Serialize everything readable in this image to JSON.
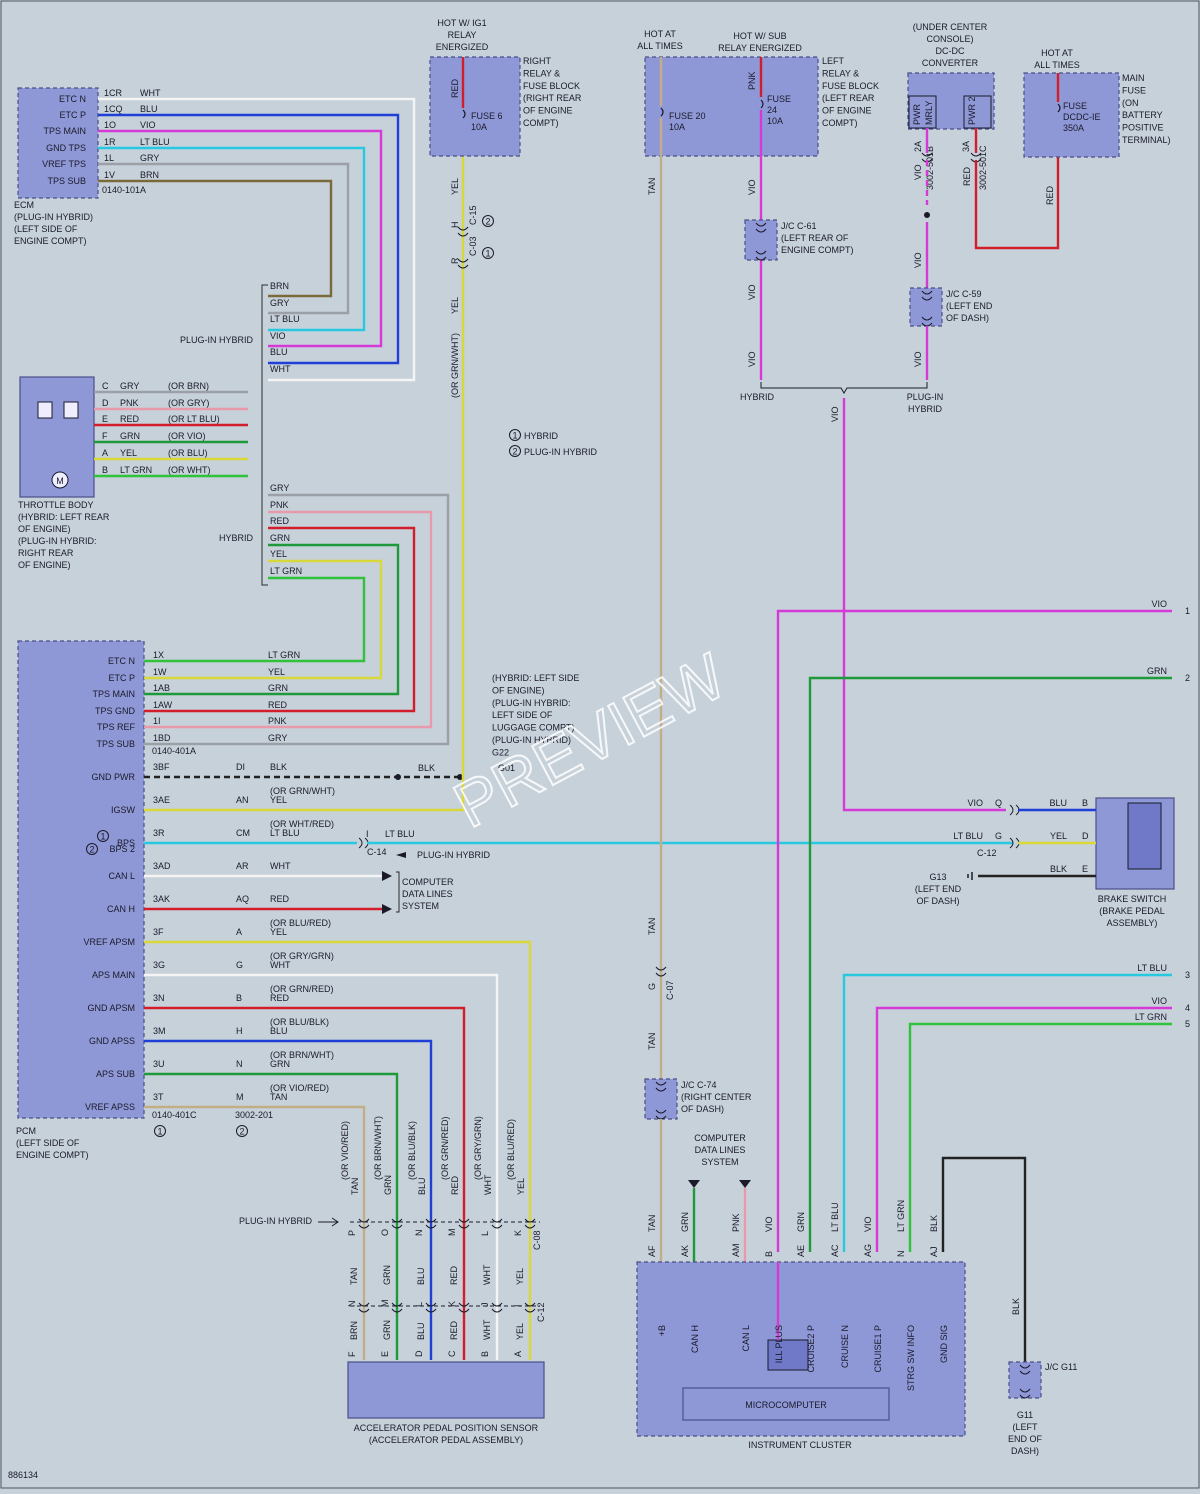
{
  "diagram_id": "886134",
  "watermark": "PREVIEW",
  "ecm": {
    "name": "ECM",
    "location": [
      "(PLUG-IN HYBRID)",
      "(LEFT SIDE OF",
      "ENGINE COMPT)"
    ],
    "connector": "0140-101A",
    "pins": [
      {
        "signal": "ETC N",
        "pin": "1CR",
        "wire": "WHT"
      },
      {
        "signal": "ETC P",
        "pin": "1CQ",
        "wire": "BLU"
      },
      {
        "signal": "TPS MAIN",
        "pin": "1O",
        "wire": "VIO"
      },
      {
        "signal": "GND TPS",
        "pin": "1R",
        "wire": "LT BLU"
      },
      {
        "signal": "VREF TPS",
        "pin": "1L",
        "wire": "GRY"
      },
      {
        "signal": "TPS SUB",
        "pin": "1V",
        "wire": "BRN"
      }
    ]
  },
  "plugin_bundle": {
    "label": "PLUG-IN HYBRID",
    "wires": [
      "BRN",
      "GRY",
      "LT BLU",
      "VIO",
      "BLU",
      "WHT"
    ]
  },
  "hybrid_bundle": {
    "label": "HYBRID",
    "wires": [
      "GRY",
      "PNK",
      "RED",
      "GRN",
      "YEL",
      "LT GRN"
    ]
  },
  "throttle": {
    "name": [
      "THROTTLE BODY",
      "(HYBRID: LEFT REAR",
      "OF ENGINE)",
      "(PLUG-IN HYBRID:",
      "RIGHT REAR",
      "OF ENGINE)"
    ],
    "pins": [
      {
        "pin": "C",
        "wire": "GRY",
        "alt": "(OR BRN)"
      },
      {
        "pin": "D",
        "wire": "PNK",
        "alt": "(OR GRY)"
      },
      {
        "pin": "E",
        "wire": "RED",
        "alt": "(OR LT BLU)"
      },
      {
        "pin": "F",
        "wire": "GRN",
        "alt": "(OR VIO)"
      },
      {
        "pin": "A",
        "wire": "YEL",
        "alt": "(OR BLU)"
      },
      {
        "pin": "B",
        "wire": "LT GRN",
        "alt": "(OR WHT)"
      }
    ]
  },
  "pcm": {
    "name": [
      "PCM",
      "(LEFT SIDE OF",
      "ENGINE COMPT)"
    ],
    "connectors": [
      "0140-401A",
      "0140-401C",
      "3002-201"
    ],
    "top_pins": [
      {
        "signal": "ETC N",
        "pin": "1X",
        "wire": "LT GRN"
      },
      {
        "signal": "ETC P",
        "pin": "1W",
        "wire": "YEL"
      },
      {
        "signal": "TPS MAIN",
        "pin": "1AB",
        "wire": "GRN"
      },
      {
        "signal": "TPS GND",
        "pin": "1AW",
        "wire": "RED"
      },
      {
        "signal": "TPS REF",
        "pin": "1I",
        "wire": "PNK"
      },
      {
        "signal": "TPS SUB",
        "pin": "1BD",
        "wire": "GRY"
      }
    ],
    "pins": [
      {
        "signal": "GND PWR",
        "pin": "3BF",
        "pin2": "DI",
        "wire": "BLK",
        "alt": ""
      },
      {
        "signal": "IGSW",
        "pin": "3AE",
        "pin2": "AN",
        "wire": "YEL",
        "alt": "(OR GRN/WHT)"
      },
      {
        "signal": "BPS",
        "pin": "3R",
        "pin2": "CM",
        "wire": "LT BLU",
        "alt": "(OR WHT/RED)"
      },
      {
        "signal": "CAN L",
        "pin": "3AD",
        "pin2": "AR",
        "wire": "WHT",
        "alt": ""
      },
      {
        "signal": "CAN H",
        "pin": "3AK",
        "pin2": "AQ",
        "wire": "RED",
        "alt": ""
      },
      {
        "signal": "VREF APSM",
        "pin": "3F",
        "pin2": "A",
        "wire": "YEL",
        "alt": "(OR BLU/RED)"
      },
      {
        "signal": "APS MAIN",
        "pin": "3G",
        "pin2": "G",
        "wire": "WHT",
        "alt": "(OR GRY/GRN)"
      },
      {
        "signal": "GND APSM",
        "pin": "3N",
        "pin2": "B",
        "wire": "RED",
        "alt": "(OR GRN/RED)"
      },
      {
        "signal": "GND APSS",
        "pin": "3M",
        "pin2": "H",
        "wire": "BLU",
        "alt": "(OR BLU/BLK)"
      },
      {
        "signal": "APS SUB",
        "pin": "3U",
        "pin2": "N",
        "wire": "GRN",
        "alt": "(OR BRN/WHT)"
      },
      {
        "signal": "VREF APSS",
        "pin": "3T",
        "pin2": "M",
        "wire": "TAN",
        "alt": "(OR VIO/RED)"
      }
    ],
    "bps2": "BPS 2"
  },
  "relay6": {
    "title": [
      "HOT W/ IG1",
      "RELAY",
      "ENERGIZED"
    ],
    "fuse": [
      "FUSE 6",
      "10A"
    ],
    "box": [
      "RIGHT",
      "RELAY &",
      "FUSE BLOCK",
      "(RIGHT REAR",
      "OF ENGINE",
      "COMPT)"
    ],
    "wire": "RED"
  },
  "c15": {
    "wire_top": "YEL",
    "pin": "H",
    "conn": "C-15",
    "num": "2",
    "pin2": "R",
    "conn2": "C-03",
    "num2": "1",
    "wire_bot": "YEL",
    "alt": "(OR GRN/WHT)"
  },
  "legend": [
    {
      "num": "1",
      "text": "HYBRID"
    },
    {
      "num": "2",
      "text": "PLUG-IN HYBRID"
    }
  ],
  "ground_g22": [
    "(HYBRID: LEFT SIDE",
    "OF ENGINE)",
    "(PLUG-IN HYBRID:",
    "LEFT SIDE OF",
    "LUGGAGE COMPT)",
    "(PLUG-IN HYBRID)",
    "G22",
    "(OR G01)",
    "G01"
  ],
  "c14": {
    "label": "C-14",
    "note": "PLUG-IN HYBRID",
    "pin": "I",
    "wire": "LT BLU"
  },
  "can": [
    "COMPUTER",
    "DATA LINES",
    "SYSTEM"
  ],
  "fuse20": {
    "title": [
      "HOT AT",
      "ALL TIMES"
    ],
    "fuse": [
      "FUSE 20",
      "10A"
    ],
    "wire": "TAN"
  },
  "fuse24": {
    "title": [
      "HOT W/ SUB",
      "RELAY ENERGIZED"
    ],
    "fuse": [
      "FUSE",
      "24",
      "10A"
    ],
    "wire_in": "PNK",
    "wire": "VIO"
  },
  "left_block": [
    "LEFT",
    "RELAY &",
    "FUSE BLOCK",
    "(LEFT REAR",
    "OF ENGINE",
    "COMPT)"
  ],
  "jc61": [
    "J/C C-61",
    "(LEFT REAR OF",
    "ENGINE COMPT)"
  ],
  "dcdc": {
    "title": [
      "(UNDER CENTER",
      "CONSOLE)",
      "DC-DC",
      "CONVERTER"
    ],
    "pins": [
      "PWR MRLY",
      "PWR 2"
    ],
    "pin_nums": [
      "2A",
      "3A"
    ],
    "conns": [
      "3002-501B",
      "3002-501C"
    ],
    "wires": [
      "VIO",
      "RED"
    ]
  },
  "mainfuse": {
    "title": [
      "HOT AT",
      "ALL TIMES"
    ],
    "fuse": [
      "FUSE",
      "DCDC-IE",
      "350A"
    ],
    "box": [
      "MAIN",
      "FUSE",
      "(ON",
      "BATTERY",
      "POSITIVE",
      "TERMINAL)"
    ],
    "wire": "RED"
  },
  "jc59": [
    "J/C C-59",
    "(LEFT END",
    "OF DASH)"
  ],
  "junction_labels": {
    "left": "HYBRID",
    "right": [
      "PLUG-IN",
      "HYBRID"
    ],
    "wire": "VIO"
  },
  "right_wires": [
    {
      "wire": "VIO",
      "num": "1"
    },
    {
      "wire": "GRN",
      "num": "2"
    },
    {
      "wire": "LT BLU",
      "num": "3"
    },
    {
      "wire": "VIO",
      "num": "4"
    },
    {
      "wire": "LT GRN",
      "num": "5"
    }
  ],
  "brake": {
    "name": [
      "BRAKE SWITCH",
      "(BRAKE PEDAL",
      "ASSEMBLY)"
    ],
    "c12": "C-12",
    "pins": [
      {
        "left": "VIO",
        "lpin": "Q",
        "right": "BLU",
        "rpin": "B"
      },
      {
        "left": "LT BLU",
        "lpin": "G",
        "right": "YEL",
        "rpin": "D"
      },
      {
        "left": "",
        "lpin": "",
        "right": "BLK",
        "rpin": "E"
      }
    ],
    "g13": [
      "G13",
      "(LEFT END",
      "OF DASH)"
    ]
  },
  "c07": {
    "pin": "G",
    "conn": "C-07",
    "wire_top": "TAN",
    "wire_bot": "TAN"
  },
  "jc74": [
    "J/C C-74",
    "(RIGHT CENTER",
    "OF DASH)"
  ],
  "apps": {
    "name": [
      "ACCELERATOR PEDAL POSITION SENSOR",
      "(ACCELERATOR PEDAL ASSEMBLY)"
    ],
    "plugin": "PLUG-IN HYBRID",
    "c08": "C-08",
    "c12": "C-12",
    "cols": [
      {
        "alt": "(OR VIO/RED)",
        "top": "TAN",
        "p1": "P",
        "mid": "TAN",
        "p2": "N",
        "bot": "BRN",
        "pin": "F"
      },
      {
        "alt": "(OR BRN/WHT)",
        "top": "GRN",
        "p1": "O",
        "mid": "GRN",
        "p2": "M",
        "bot": "GRN",
        "pin": "E"
      },
      {
        "alt": "(OR BLU/BLK)",
        "top": "BLU",
        "p1": "N",
        "mid": "BLU",
        "p2": "L",
        "bot": "BLU",
        "pin": "D"
      },
      {
        "alt": "(OR GRN/RED)",
        "top": "RED",
        "p1": "M",
        "mid": "RED",
        "p2": "K",
        "bot": "RED",
        "pin": "C"
      },
      {
        "alt": "(OR GRY/GRN)",
        "top": "WHT",
        "p1": "L",
        "mid": "WHT",
        "p2": "J",
        "bot": "WHT",
        "pin": "B"
      },
      {
        "alt": "(OR BLU/RED)",
        "top": "YEL",
        "p1": "K",
        "mid": "YEL",
        "p2": "I",
        "bot": "YEL",
        "pin": "A"
      }
    ]
  },
  "cluster": {
    "name": "INSTRUMENT CLUSTER",
    "micro": "MICROCOMPUTER",
    "cols": [
      {
        "wire": "TAN",
        "pin": "AF",
        "sig": "+B"
      },
      {
        "wire": "GRN",
        "pin": "AK",
        "sig": "CAN H"
      },
      {
        "wire": "PNK",
        "pin": "AM",
        "sig": "CAN L"
      },
      {
        "wire": "VIO",
        "pin": "B",
        "sig": "ILL PLUS"
      },
      {
        "wire": "GRN",
        "pin": "AE",
        "sig": "CRUISE2 P"
      },
      {
        "wire": "LT BLU",
        "pin": "AC",
        "sig": "CRUISE N"
      },
      {
        "wire": "VIO",
        "pin": "AG",
        "sig": "CRUISE1 P"
      },
      {
        "wire": "LT GRN",
        "pin": "N",
        "sig": "STRG SW INFO"
      },
      {
        "wire": "BLK",
        "pin": "AJ",
        "sig": "GND SIG"
      }
    ]
  },
  "jcg11": {
    "label": "J/C G11",
    "wire": "BLK",
    "ground": [
      "G11",
      "(LEFT",
      "END OF",
      "DASH)"
    ]
  },
  "colors": {
    "WHT": "#f4f4f4",
    "BLU": "#1f3fd6",
    "VIO": "#d63ad6",
    "LT BLU": "#28c8e0",
    "GRY": "#9aa0a6",
    "BRN": "#7a6a3a",
    "PNK": "#e89aaa",
    "RED": "#d21e2a",
    "GRN": "#1f9a3a",
    "YEL": "#d8d83a",
    "LT GRN": "#2fc23a",
    "TAN": "#c2ae86",
    "BLK": "#222222"
  }
}
